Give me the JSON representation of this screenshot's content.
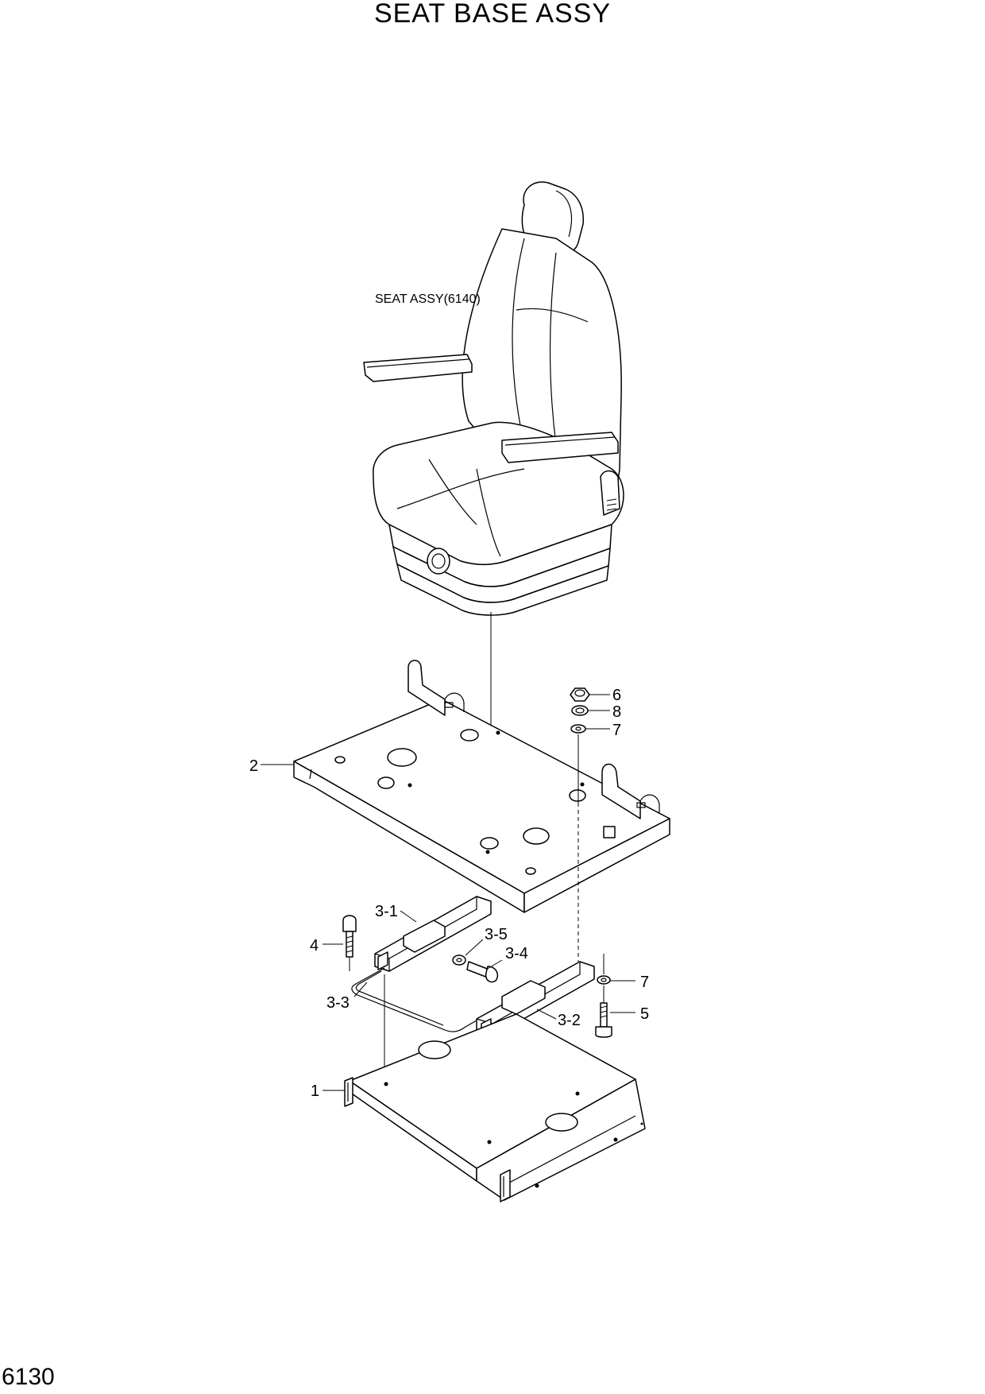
{
  "title": "SEAT BASE ASSY",
  "page_number": "6130",
  "seat_reference": "SEAT ASSY(6140)",
  "callouts": [
    {
      "id": "c1",
      "label": "1"
    },
    {
      "id": "c2",
      "label": "2"
    },
    {
      "id": "c3-1",
      "label": "3-1"
    },
    {
      "id": "c3-2",
      "label": "3-2"
    },
    {
      "id": "c3-3",
      "label": "3-3"
    },
    {
      "id": "c3-4",
      "label": "3-4"
    },
    {
      "id": "c3-5",
      "label": "3-5"
    },
    {
      "id": "c4",
      "label": "4"
    },
    {
      "id": "c5",
      "label": "5"
    },
    {
      "id": "c6",
      "label": "6"
    },
    {
      "id": "c7a",
      "label": "7"
    },
    {
      "id": "c7b",
      "label": "7"
    },
    {
      "id": "c8",
      "label": "8"
    }
  ]
}
